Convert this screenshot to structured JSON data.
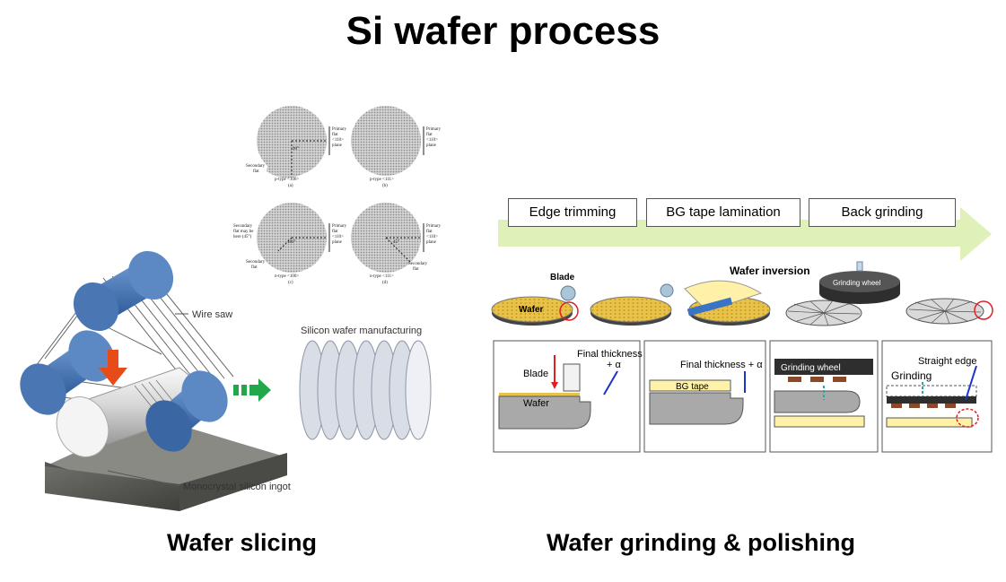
{
  "title": "Si wafer process",
  "captions": {
    "slicing": "Wafer slicing",
    "grinding": "Wafer grinding & polishing"
  },
  "slicing": {
    "wire_saw_label": "Wire saw",
    "ingot_label": "Monocrystal silicon ingot",
    "manufacturing_label": "Silicon wafer manufacturing",
    "wafer_types": [
      {
        "label": "p-type <100>",
        "letter": "(a)",
        "angle": "90°",
        "primary_flat": [
          "Primary",
          "flat",
          "<110>",
          "plane"
        ],
        "secondary": [
          "Secondary",
          "flat"
        ]
      },
      {
        "label": "p-type <111>",
        "letter": "(b)",
        "primary_flat": [
          "Primary",
          "flat",
          "<110>",
          "plane"
        ]
      },
      {
        "label": "n-type <100>",
        "letter": "(c)",
        "angle": "180°",
        "primary_flat": [
          "Primary",
          "flat",
          "<110>",
          "plane"
        ],
        "secondary": [
          "Secondary",
          "flat may be",
          "here (45°)"
        ],
        "secondary_bottom": [
          "Secondary",
          "flat"
        ]
      },
      {
        "label": "n-type <111>",
        "letter": "(d)",
        "angle": "45°",
        "primary_flat": [
          "Primary",
          "flat",
          "<110>",
          "plane"
        ],
        "secondary": [
          "Secondary",
          "flat"
        ]
      }
    ]
  },
  "grinding": {
    "steps": [
      "Edge trimming",
      "BG tape lamination",
      "Back grinding"
    ],
    "blade_label": "Blade",
    "wafer_label": "Wafer",
    "wafer_inversion_label": "Wafer inversion",
    "grinding_wheel_label": "Grinding wheel",
    "detail_blade": "Blade",
    "detail_wafer": "Wafer",
    "final_thickness_1": "Final thickness",
    "plus_alpha": "+ α",
    "final_thickness_2": "Final thickness + α",
    "bg_tape": "BG tape",
    "grinding_wheel_detail": "Grinding wheel",
    "straight_edge": "Straight edge",
    "grinding": "Grinding"
  },
  "colors": {
    "arrow_green": "#dff0b8",
    "roller_blue": "#4a77b4",
    "wafer_gold": "#e8c24a",
    "tape_yellow": "#fff2a8",
    "wheel_dark": "#2e2e2e",
    "red_arrow": "#e84b1a",
    "green_arrow": "#22a84a"
  }
}
